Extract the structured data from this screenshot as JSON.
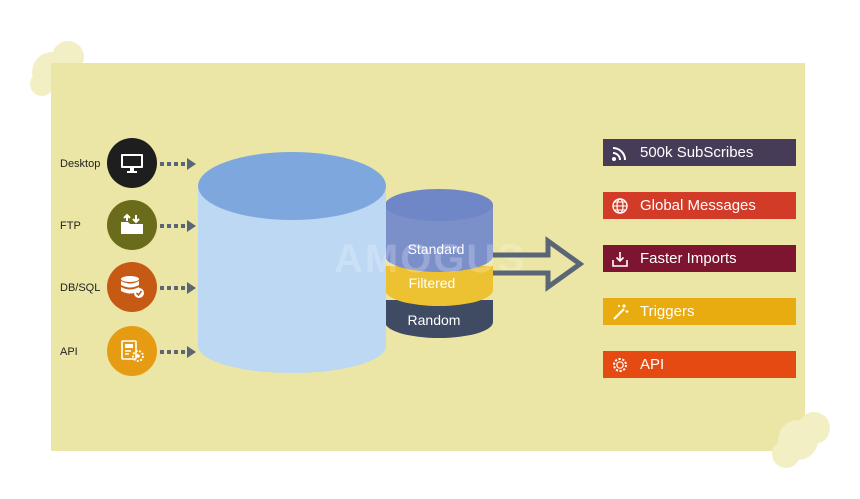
{
  "sources": [
    {
      "label": "Desktop",
      "icon": "desktop-monitor-icon",
      "color": "#1e1e1e"
    },
    {
      "label": "FTP",
      "icon": "folder-transfer-icon",
      "color": "#6b6b1c"
    },
    {
      "label": "DB/SQL",
      "icon": "database-check-icon",
      "color": "#c65a14"
    },
    {
      "label": "API",
      "icon": "api-gear-icon",
      "color": "#e69c12"
    }
  ],
  "tiers": {
    "standard": "Standard",
    "filtered": "Filtered",
    "random": "Random"
  },
  "watermark": "AMOGUS",
  "features": [
    {
      "label": "500k SubScribes",
      "icon": "rss-icon",
      "color": "#473c58"
    },
    {
      "label": "Global Messages",
      "icon": "globe-icon",
      "color": "#d23b28"
    },
    {
      "label": "Faster Imports",
      "icon": "import-tray-icon",
      "color": "#7e1530"
    },
    {
      "label": "Triggers",
      "icon": "wand-icon",
      "color": "#e8ab10"
    },
    {
      "label": "API",
      "icon": "api-gear-icon",
      "color": "#e44a11"
    }
  ],
  "colors": {
    "panel": "#ebe6a5",
    "cylinder_main": "#bcd8f2",
    "cylinder_top": "#7ea8dd",
    "tier_standard": "#7b8fc9",
    "tier_filtered": "#ecc233",
    "tier_random": "#3f4a63",
    "arrow": "#5a6676"
  }
}
